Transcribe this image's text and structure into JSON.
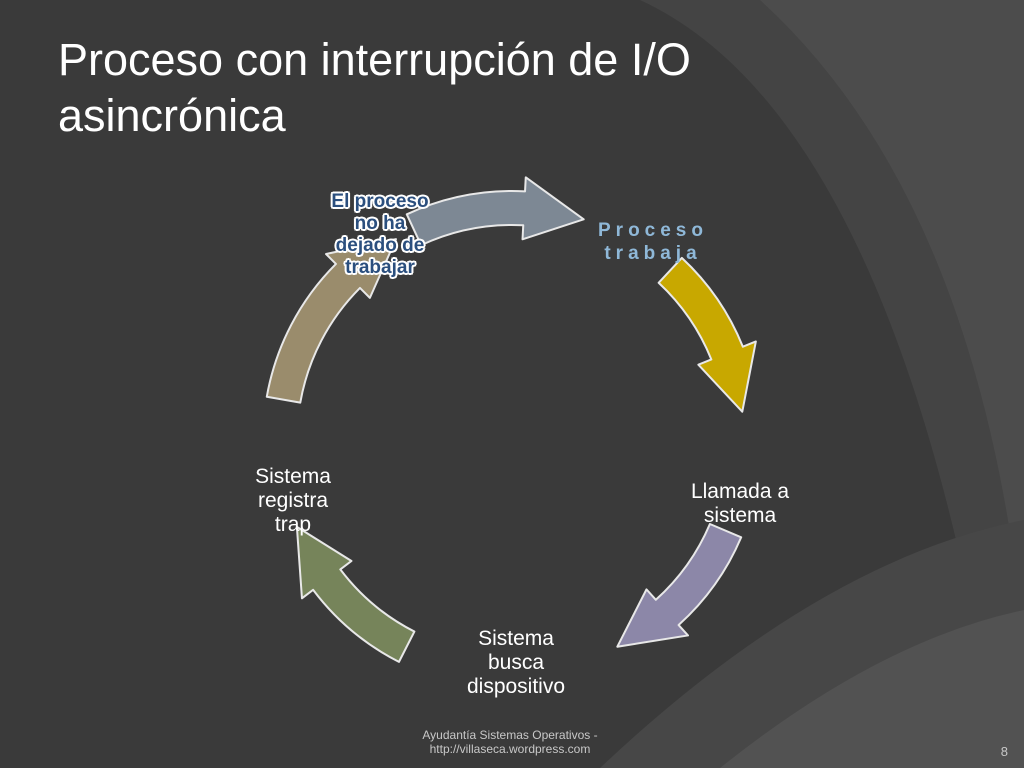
{
  "slide": {
    "title_lines": [
      "Proceso con interrupción de I/O",
      "asincrónica"
    ],
    "footer_lines": [
      "Ayudantía Sistemas Operativos -",
      "http://villaseca.wordpress.com"
    ],
    "page_number": "8"
  },
  "cycle": {
    "nodes": {
      "start": [
        "El proceso",
        "no ha",
        "dejado de",
        "trabajar"
      ],
      "work": [
        "Proceso",
        "trabaja"
      ],
      "call": [
        "Llamada a",
        "sistema"
      ],
      "busca": [
        "Sistema",
        "busca",
        "dispositivo"
      ],
      "trap": [
        "Sistema",
        "registra",
        "trap"
      ]
    },
    "arrow_colors": [
      "#7d8894",
      "#c8a800",
      "#8c87a8",
      "#76845a",
      "#9a8c6c"
    ]
  },
  "theme": {
    "background": "#3a3a3a",
    "swirl": "#555555",
    "text": "#ffffff"
  }
}
